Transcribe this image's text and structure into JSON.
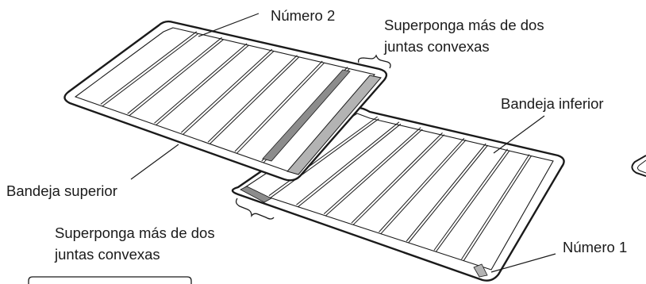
{
  "labels": {
    "numero_2": "Número 2",
    "overlap_top_line1": "Superponga más de dos",
    "overlap_top_line2": "juntas convexas",
    "bandeja_inferior": "Bandeja inferior",
    "bandeja_superior": "Bandeja superior",
    "overlap_bottom_line1": "Superponga más de dos",
    "overlap_bottom_line2": "juntas convexas",
    "numero_1": "Número 1"
  }
}
